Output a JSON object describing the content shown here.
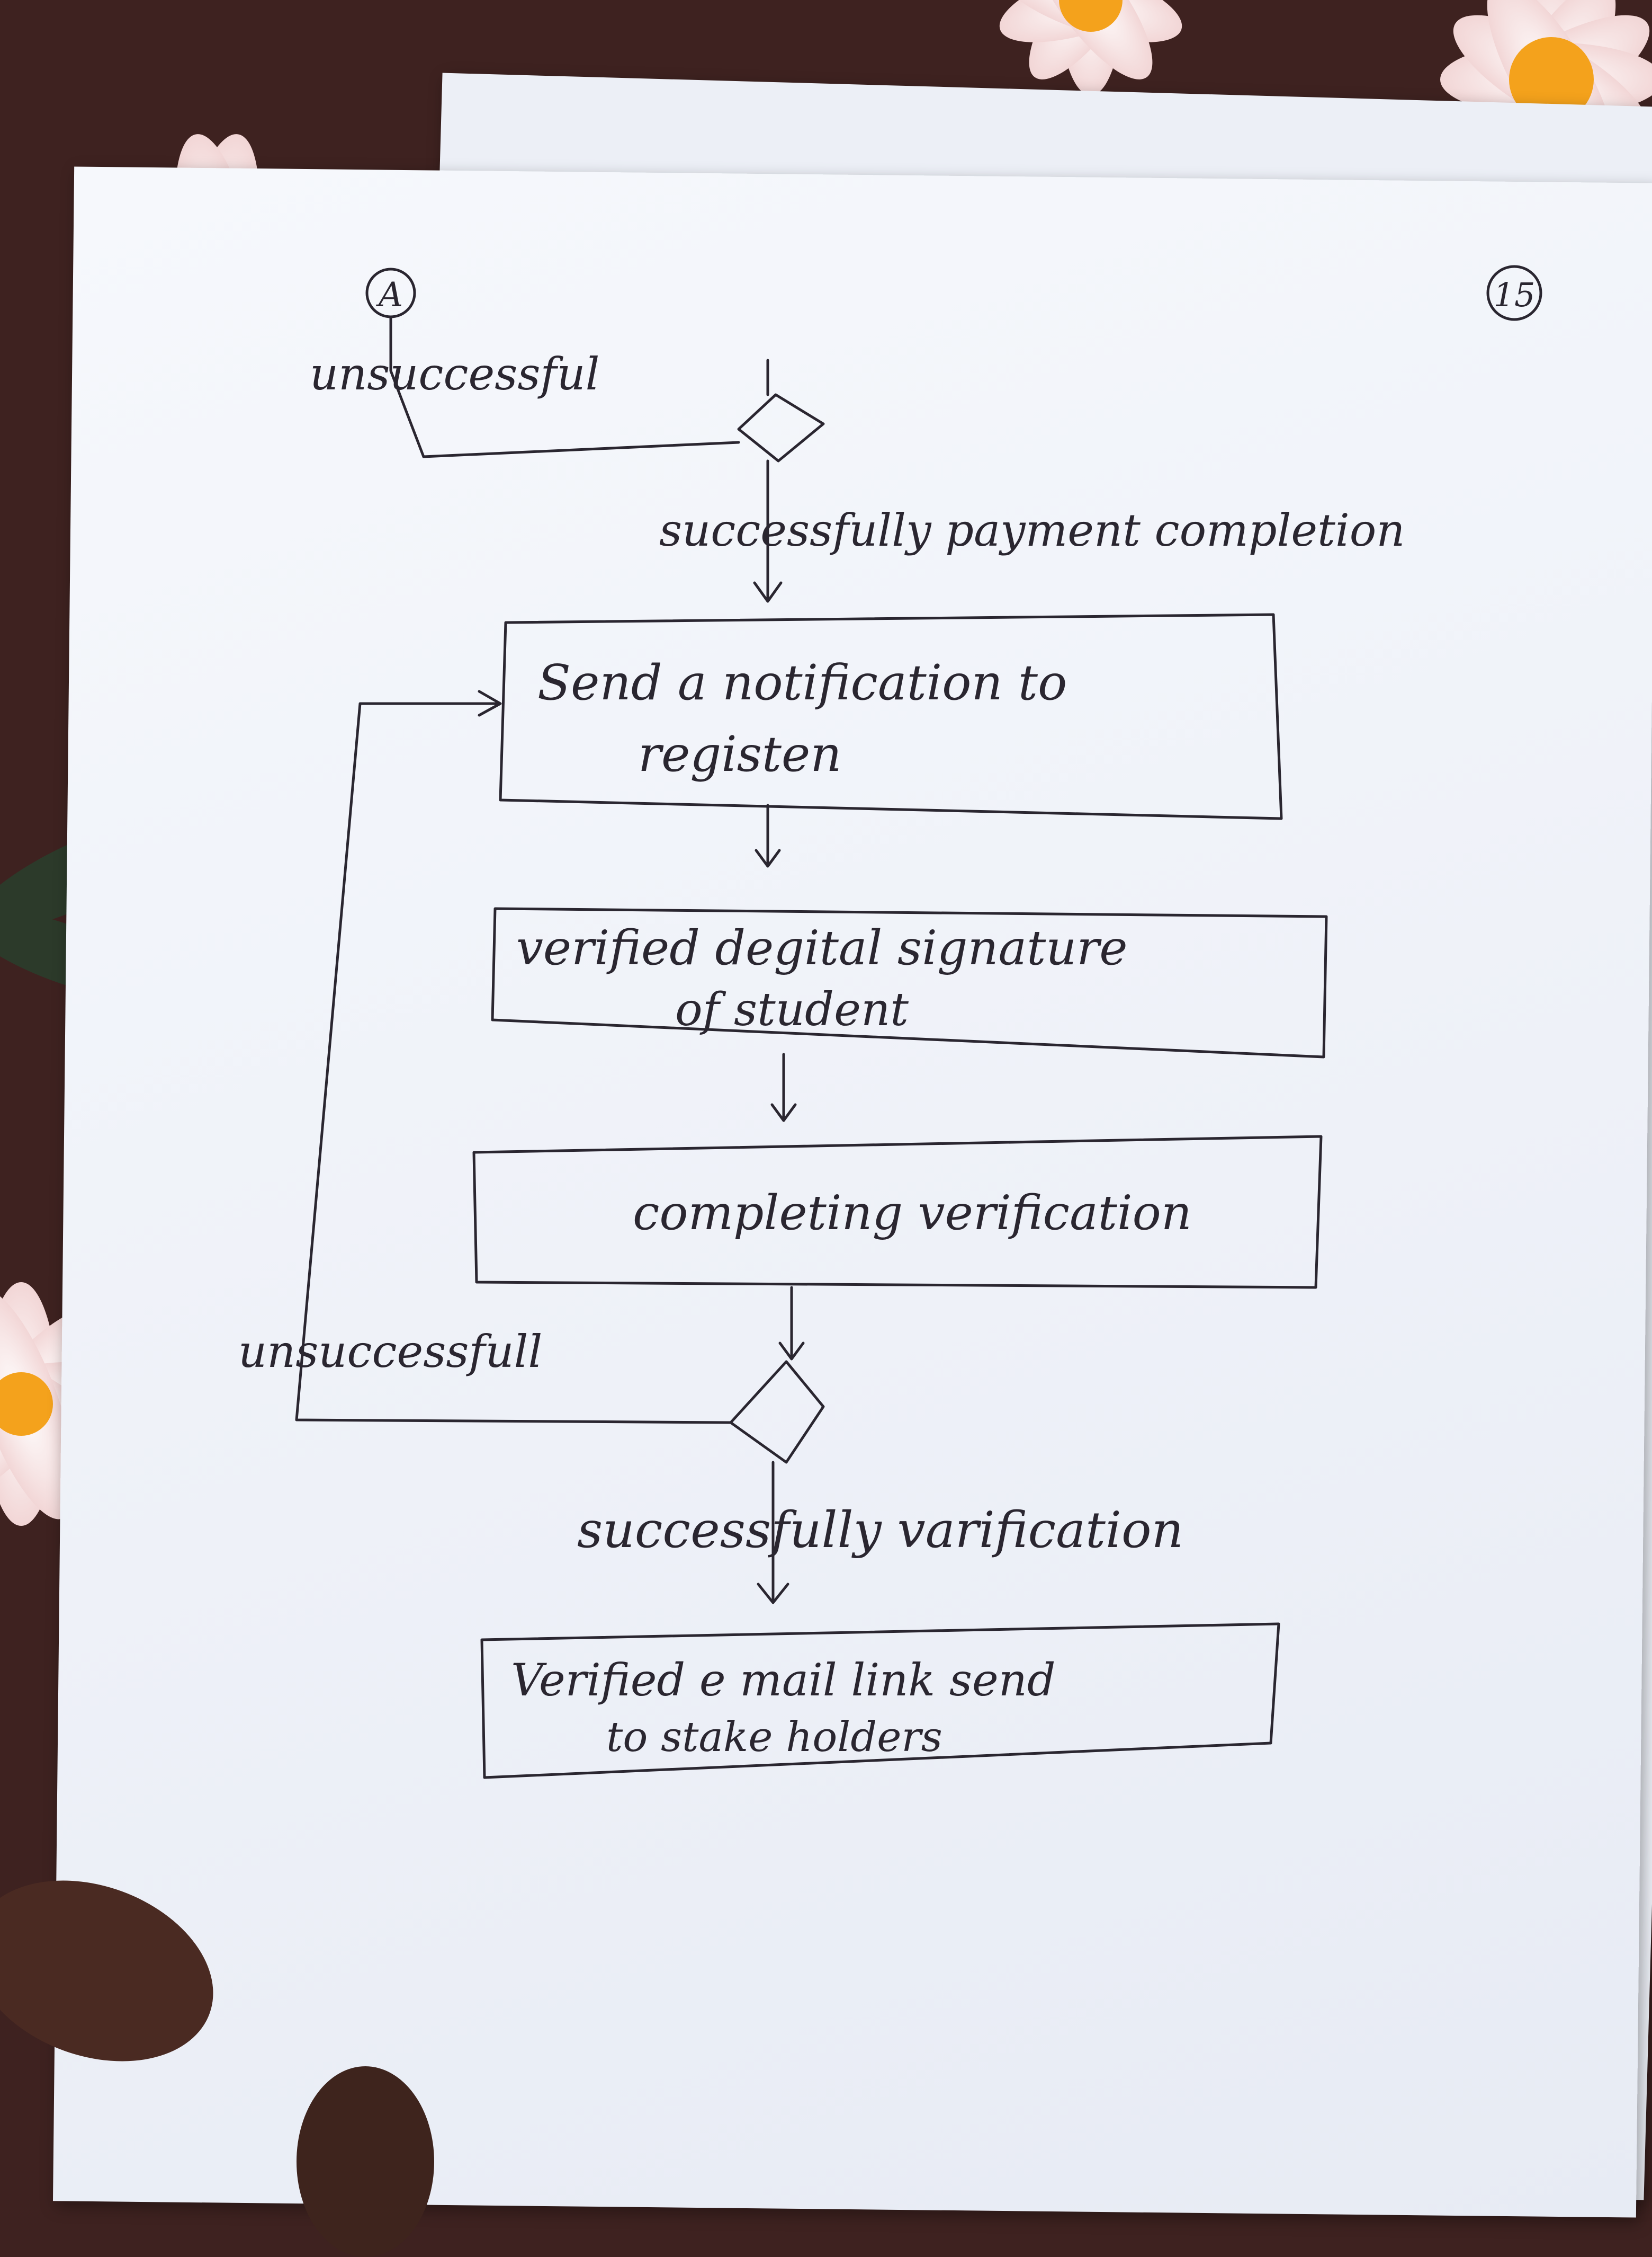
{
  "connector_a": "A",
  "page_number": "15",
  "decision_1": {
    "no_label": "unsuccessful",
    "yes_label": "successfully payment completion"
  },
  "steps": [
    {
      "line1": "Send a notification to",
      "line2": "registen"
    },
    {
      "line1": "verified degital signature",
      "line2": "of student"
    },
    {
      "line1": "completing verification",
      "line2": ""
    }
  ],
  "decision_2": {
    "no_label": "unsuccessfull",
    "yes_label": "successfully varification"
  },
  "final_step": {
    "line1": "Verified e mail link send",
    "line2": "to stake holders"
  },
  "colors": {
    "ink": "#2a2630",
    "paper": "#f3f5fb",
    "cloth": "#3e2220"
  }
}
